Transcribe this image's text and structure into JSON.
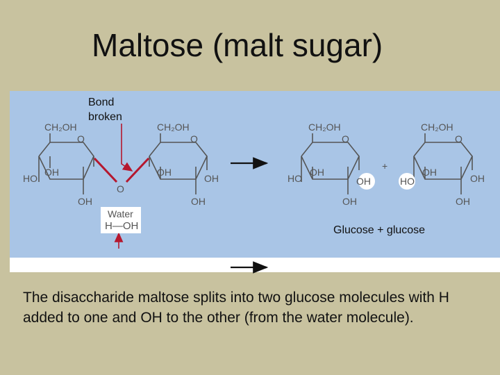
{
  "slide": {
    "title": "Maltose (malt sugar)",
    "caption": "The disaccharide maltose splits into two glucose molecules with H added to one and OH to the other (from the water molecule)."
  },
  "diagram": {
    "bond_label_line1": "Bond",
    "bond_label_line2": "broken",
    "water_label": "Water",
    "water_formula": "H—OH",
    "products_label": "Glucose + glucose",
    "plus_sign": "+",
    "groups": {
      "ch2oh": "CH₂OH",
      "oh": "OH",
      "ho": "HO",
      "o": "O"
    }
  },
  "colors": {
    "background": "#c8c29f",
    "panel": "#a9c5e6",
    "bond": "#b5172e",
    "ring": "#555555"
  }
}
